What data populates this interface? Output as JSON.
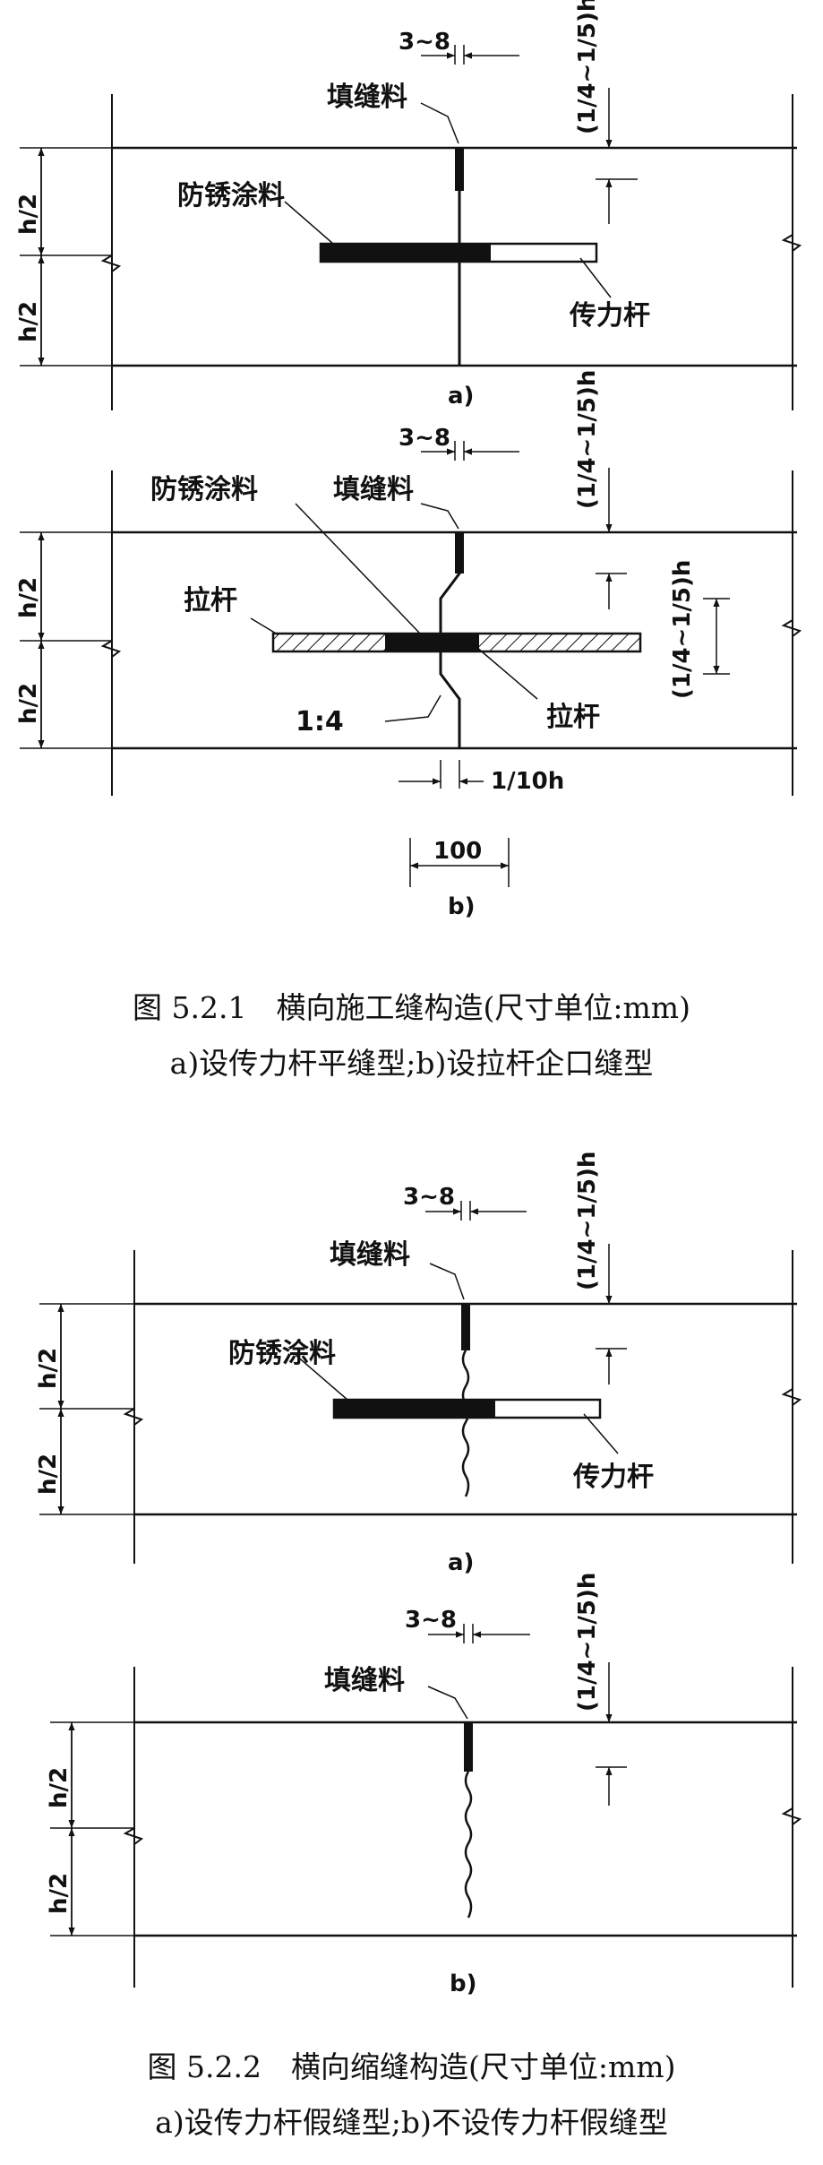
{
  "figure1": {
    "a": {
      "gap": "3~8",
      "depth": "(1/4~1/5)h",
      "filler": "填缝料",
      "coating": "防锈涂料",
      "dowel": "传力杆",
      "half_top": "h/2",
      "half_bottom": "h/2",
      "sub": "a)"
    },
    "b": {
      "gap": "3~8",
      "depth": "(1/4~1/5)h",
      "coating": "防锈涂料",
      "filler": "填缝料",
      "tie_left": "拉杆",
      "tie_right": "拉杆",
      "key_depth": "(1/4~1/5)h",
      "slope": "1:4",
      "key_width": "1/10h",
      "spacing": "100",
      "half_top": "h/2",
      "half_bottom": "h/2",
      "sub": "b)"
    },
    "caption_title": "图 5.2.1　横向施工缝构造(尺寸单位:mm)",
    "caption_sub": "a)设传力杆平缝型;b)设拉杆企口缝型"
  },
  "figure2": {
    "a": {
      "gap": "3~8",
      "depth": "(1/4~1/5)h",
      "filler": "填缝料",
      "coating": "防锈涂料",
      "dowel": "传力杆",
      "half_top": "h/2",
      "half_bottom": "h/2",
      "sub": "a)"
    },
    "b": {
      "gap": "3~8",
      "depth": "(1/4~1/5)h",
      "filler": "填缝料",
      "half_top": "h/2",
      "half_bottom": "h/2",
      "sub": "b)"
    },
    "caption_title": "图 5.2.2　横向缩缝构造(尺寸单位:mm)",
    "caption_sub": "a)设传力杆假缝型;b)不设传力杆假缝型"
  }
}
